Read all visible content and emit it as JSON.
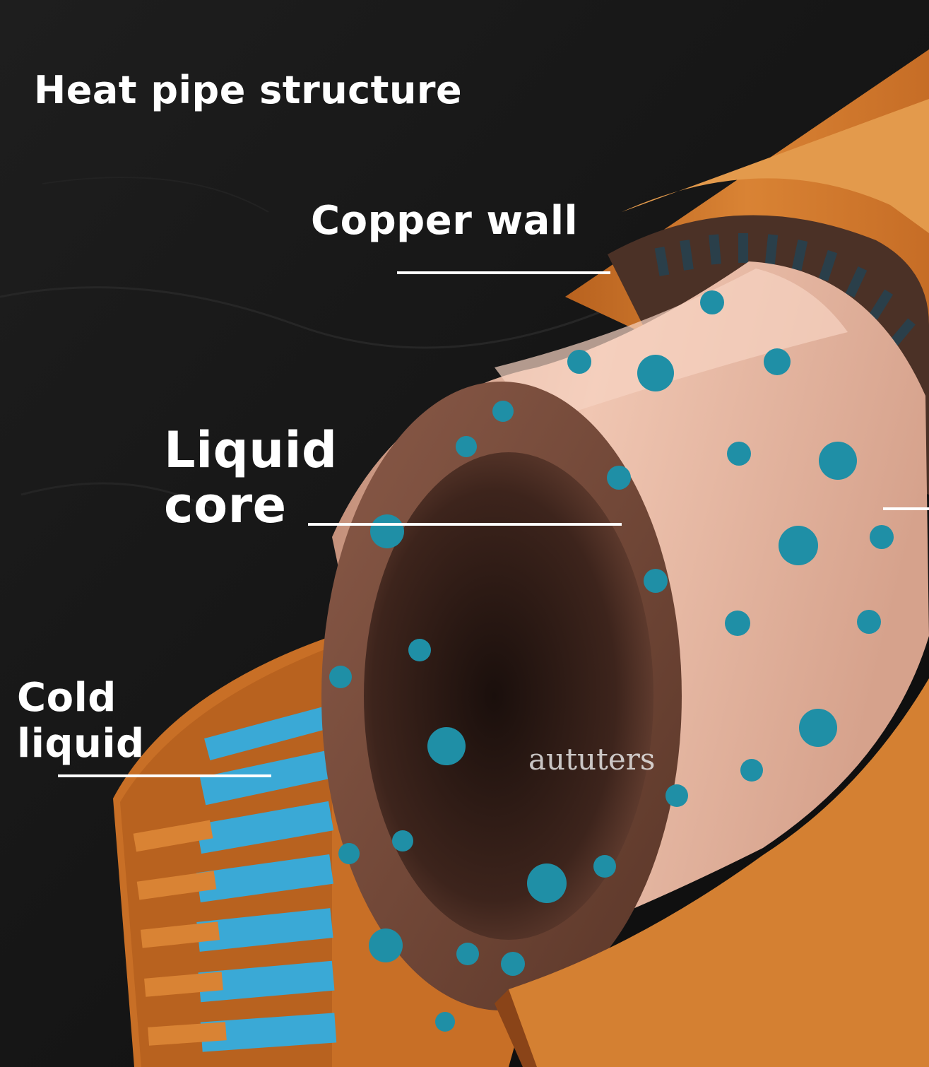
{
  "diagram": {
    "title": "Heat pipe structure",
    "labels": {
      "copper_wall": "Copper wall",
      "liquid_core_line1": "Liquid",
      "liquid_core_line2": "core",
      "cold_liquid_line1": "Cold",
      "cold_liquid_line2": "liquid"
    },
    "watermark": "aututers"
  },
  "colors": {
    "background": "#151515",
    "copper": "#d0782e",
    "copper_dark": "#7a3d15",
    "wick": "#d9a58e",
    "wick_shadow": "#4a2c22",
    "liquid": "#3aa9d6",
    "droplet": "#1f8fa6"
  }
}
